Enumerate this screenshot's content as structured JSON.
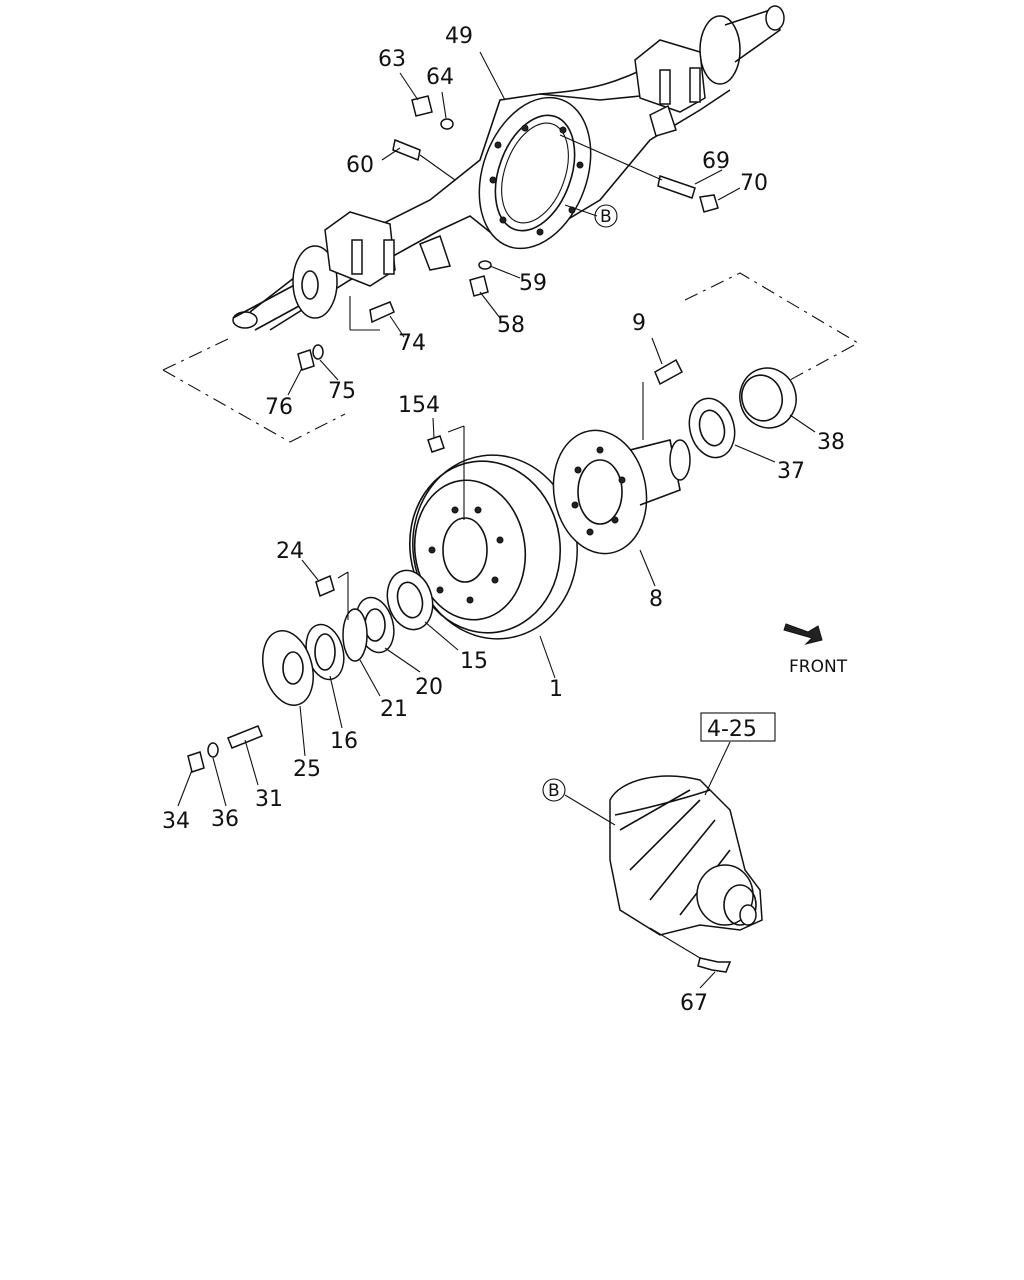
{
  "diagram": {
    "part_numbers": [
      "49",
      "63",
      "64",
      "60",
      "69",
      "70",
      "59",
      "58",
      "74",
      "76",
      "75",
      "9",
      "154",
      "38",
      "37",
      "8",
      "24",
      "15",
      "1",
      "20",
      "21",
      "16",
      "25",
      "31",
      "36",
      "34",
      "67"
    ],
    "ref_circle": "B",
    "ref_box": "4-25",
    "direction_label": "FRONT",
    "colors": {
      "ink": "#111111",
      "background": "#ffffff"
    }
  }
}
